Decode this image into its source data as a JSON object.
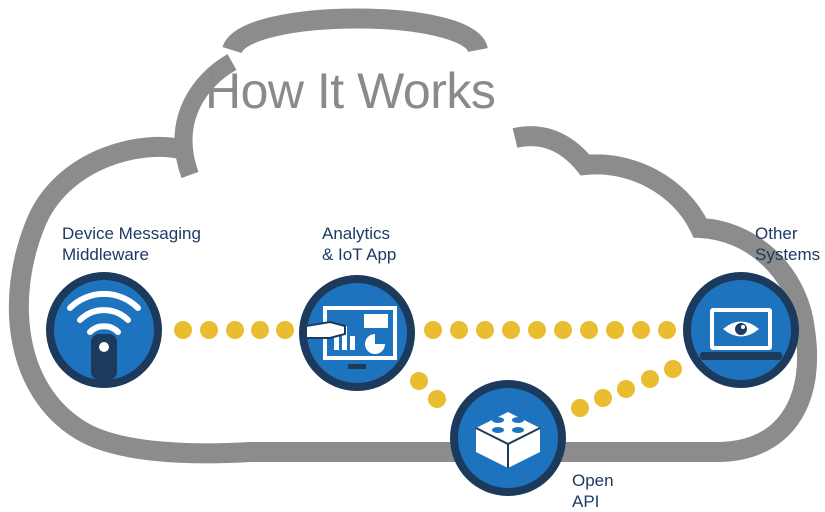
{
  "title": "How It Works",
  "colors": {
    "cloud": "#8c8c8c",
    "node_fill": "#1e73bf",
    "node_ring": "#1b3a5c",
    "connector_dots": "#e9bd2f",
    "label_text": "#1d3a63",
    "title_text": "#8a8a8a"
  },
  "nodes": [
    {
      "id": "device",
      "label_lines": [
        "Device Messaging",
        "Middleware"
      ],
      "icon": "wifi-sensor-icon"
    },
    {
      "id": "analytics",
      "label_lines": [
        "Analytics",
        "& IoT App"
      ],
      "icon": "dashboard-monitor-icon"
    },
    {
      "id": "other",
      "label_lines": [
        "Other",
        "Systems"
      ],
      "icon": "laptop-eye-icon"
    },
    {
      "id": "api",
      "label_lines": [
        "Open",
        "API"
      ],
      "icon": "building-block-icon"
    }
  ],
  "connections": [
    {
      "from": "device",
      "to": "analytics"
    },
    {
      "from": "analytics",
      "to": "other"
    },
    {
      "from": "analytics",
      "to": "api"
    },
    {
      "from": "api",
      "to": "other"
    }
  ]
}
